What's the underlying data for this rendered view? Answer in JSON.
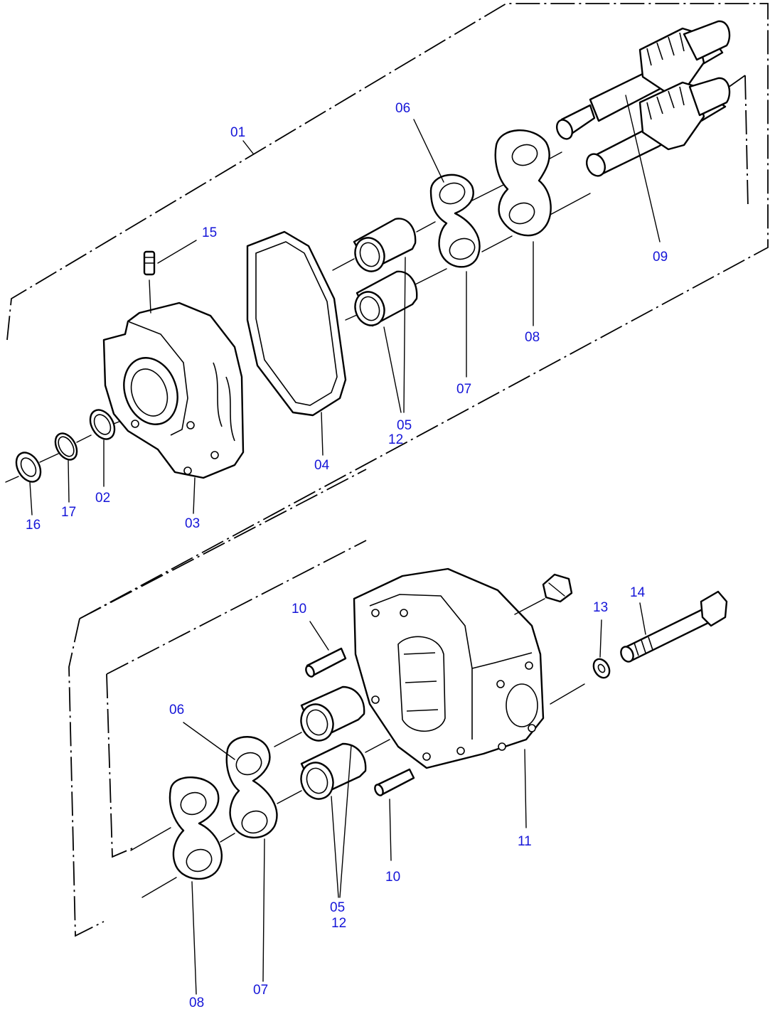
{
  "diagram": {
    "labels": [
      {
        "id": "01",
        "text": "01"
      },
      {
        "id": "02",
        "text": "02"
      },
      {
        "id": "03",
        "text": "03"
      },
      {
        "id": "04",
        "text": "04"
      },
      {
        "id": "05_top",
        "text": "05"
      },
      {
        "id": "12_top",
        "text": "12"
      },
      {
        "id": "06_top",
        "text": "06"
      },
      {
        "id": "07_top",
        "text": "07"
      },
      {
        "id": "08_top",
        "text": "08"
      },
      {
        "id": "09",
        "text": "09"
      },
      {
        "id": "15",
        "text": "15"
      },
      {
        "id": "16",
        "text": "16"
      },
      {
        "id": "17",
        "text": "17"
      },
      {
        "id": "10_upper",
        "text": "10"
      },
      {
        "id": "10_lower",
        "text": "10"
      },
      {
        "id": "11",
        "text": "11"
      },
      {
        "id": "13",
        "text": "13"
      },
      {
        "id": "14",
        "text": "14"
      },
      {
        "id": "06_bottom",
        "text": "06"
      },
      {
        "id": "05_bottom",
        "text": "05"
      },
      {
        "id": "12_bottom",
        "text": "12"
      },
      {
        "id": "07_bottom",
        "text": "07"
      },
      {
        "id": "08_bottom",
        "text": "08"
      }
    ],
    "label_color": "#1515d8",
    "line_color": "#000000"
  }
}
